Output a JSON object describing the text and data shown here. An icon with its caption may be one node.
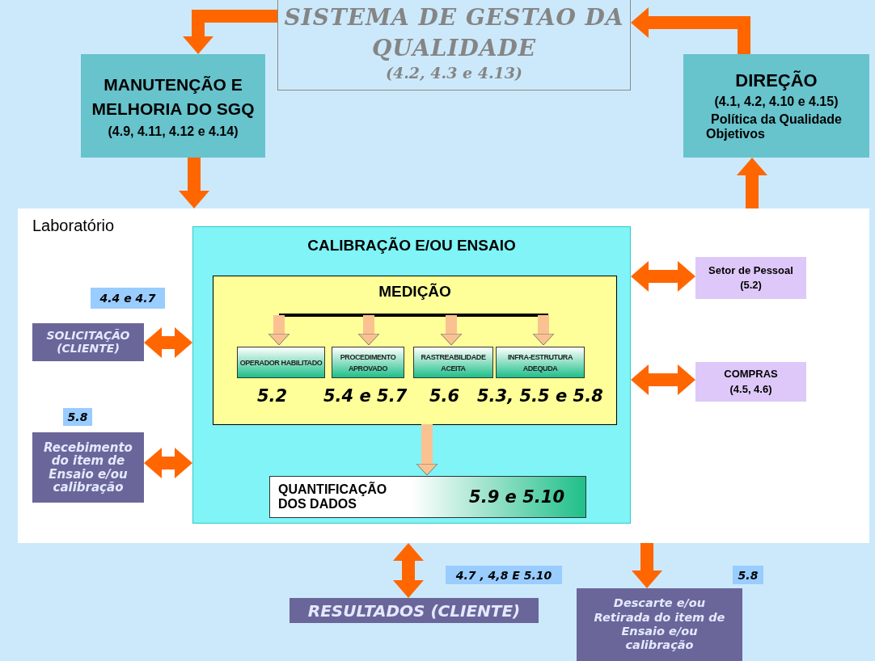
{
  "diagram": {
    "nodes": [
      {
        "text": [
          "SISTEMA  DE GESTAO DA QUALIDADE",
          "(4.2, 4.3 e 4.13)"
        ]
      },
      {
        "text": [
          "MANUTENÇÃO E MELHORIA DO SGQ",
          "(4.9, 4.11, 4.12 e 4.14)"
        ]
      },
      {
        "text": [
          "DIREÇÃO",
          "(4.1, 4.2, 4.10 e 4.15)",
          "Política da Qualidade",
          "Objetivos"
        ]
      },
      {
        "text": [
          "Laboratório"
        ]
      },
      {
        "text": [
          "CALIBRAÇÃO  E/OU ENSAIO"
        ],
        "in": 3
      },
      {
        "text": [
          "MEDIÇÃO"
        ],
        "in": 4
      },
      {
        "text": [
          "OPERADOR HABILITADO"
        ],
        "in": 5,
        "beside": [
          "5.2"
        ]
      },
      {
        "text": [
          "PROCEDIMENTO APROVADO"
        ],
        "in": 5,
        "beside": [
          "5.4 e 5.7"
        ]
      },
      {
        "text": [
          "RASTREABILIDADE ACEITA"
        ],
        "in": 5,
        "beside": [
          "5.6"
        ]
      },
      {
        "text": [
          "INFRA-ESTRUTURA ADEQUDA"
        ],
        "in": 5,
        "beside": [
          "5.3, 5.5 e 5.8"
        ]
      },
      {
        "text": [
          "QUANTIFICAÇÃO DOS DADOS",
          "5.9 e 5.10"
        ],
        "in": 4
      },
      {
        "text": [
          "SOLICITAÇÃO (CLIENTE)"
        ],
        "in": 3,
        "beside": [
          "4.4 e 4.7"
        ]
      },
      {
        "text": [
          "Recebimento do item de Ensaio e/ou calibração"
        ],
        "in": 3,
        "beside": [
          "5.8"
        ]
      },
      {
        "text": [
          "Setor de Pessoal",
          "(5.2)"
        ],
        "in": 3
      },
      {
        "text": [
          "COMPRAS",
          "(4.5, 4.6)"
        ],
        "in": 3
      },
      {
        "text": [
          "RESULTADOS (CLIENTE)"
        ],
        "beside": [
          "4.7 , 4,8 E 5.10"
        ]
      },
      {
        "text": [
          "Descarte e/ou Retirada do item de Ensaio e/ou calibração"
        ],
        "beside": [
          "5.8"
        ]
      },
      {
        "text": [],
        "shape": "bar",
        "in": 5
      }
    ],
    "edges": [
      {
        "from": 0,
        "to": 1,
        "arrow": "to"
      },
      {
        "from": 2,
        "to": 0,
        "arrow": "to"
      },
      {
        "from": 1,
        "to": 3,
        "arrow": "to"
      },
      {
        "from": 3,
        "to": 2,
        "arrow": "to"
      },
      {
        "from": 11,
        "to": 4,
        "arrow": "both"
      },
      {
        "from": 12,
        "to": 4,
        "arrow": "both"
      },
      {
        "from": 4,
        "to": 13,
        "arrow": "both"
      },
      {
        "from": 4,
        "to": 14,
        "arrow": "both"
      },
      {
        "from": 3,
        "to": 15,
        "arrow": "both"
      },
      {
        "from": 3,
        "to": 16,
        "arrow": "to"
      },
      {
        "from": 17,
        "to": 6,
        "arrow": "to",
        "color": "#fbc291"
      },
      {
        "from": 17,
        "to": 7,
        "arrow": "to",
        "color": "#fbc291"
      },
      {
        "from": 17,
        "to": 8,
        "arrow": "to",
        "color": "#fbc291"
      },
      {
        "from": 17,
        "to": 9,
        "arrow": "to",
        "color": "#fbc291"
      },
      {
        "from": 5,
        "to": 10,
        "arrow": "to",
        "color": "#fbc291"
      }
    ]
  }
}
